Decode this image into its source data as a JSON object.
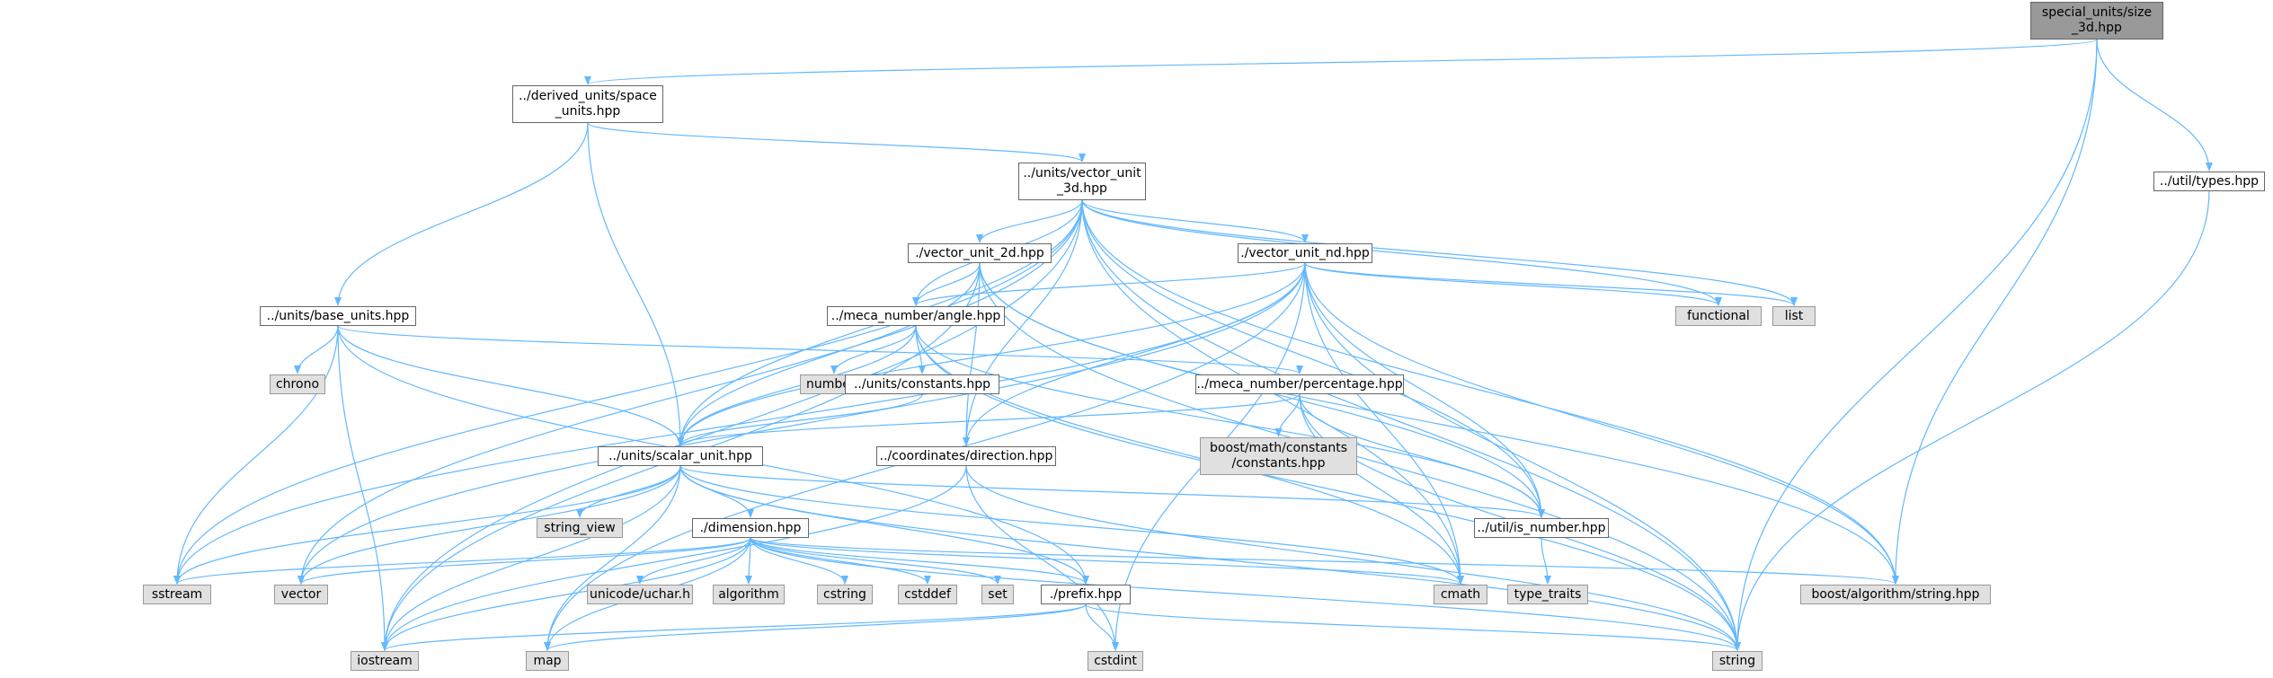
{
  "colors": {
    "edge": "#63b8ff",
    "root_fill": "#999999",
    "project_fill": "#ffffff",
    "external_fill": "#e0e0e0",
    "border": "#666666"
  },
  "nodes": [
    {
      "id": "size_3d",
      "label": "special_units/size\n_3d.hpp",
      "kind": "root"
    },
    {
      "id": "space_units",
      "label": "../derived_units/space\n_units.hpp",
      "kind": "project"
    },
    {
      "id": "vector_unit_3d",
      "label": "../units/vector_unit\n_3d.hpp",
      "kind": "project"
    },
    {
      "id": "types",
      "label": "../util/types.hpp",
      "kind": "project"
    },
    {
      "id": "vector_unit_2d",
      "label": "./vector_unit_2d.hpp",
      "kind": "project"
    },
    {
      "id": "vector_unit_nd",
      "label": "./vector_unit_nd.hpp",
      "kind": "project"
    },
    {
      "id": "functional",
      "label": "functional",
      "kind": "external"
    },
    {
      "id": "list",
      "label": "list",
      "kind": "external"
    },
    {
      "id": "base_units",
      "label": "../units/base_units.hpp",
      "kind": "project"
    },
    {
      "id": "angle",
      "label": "../meca_number/angle.hpp",
      "kind": "project"
    },
    {
      "id": "chrono",
      "label": "chrono",
      "kind": "external"
    },
    {
      "id": "numbers",
      "label": "numbers",
      "kind": "external"
    },
    {
      "id": "constants",
      "label": "../units/constants.hpp",
      "kind": "project"
    },
    {
      "id": "percentage",
      "label": "../meca_number/percentage.hpp",
      "kind": "project"
    },
    {
      "id": "boost_constants",
      "label": "boost/math/constants\n/constants.hpp",
      "kind": "external"
    },
    {
      "id": "scalar_unit",
      "label": "../units/scalar_unit.hpp",
      "kind": "project"
    },
    {
      "id": "direction",
      "label": "../coordinates/direction.hpp",
      "kind": "project"
    },
    {
      "id": "string_view",
      "label": "string_view",
      "kind": "external"
    },
    {
      "id": "dimension",
      "label": "./dimension.hpp",
      "kind": "project"
    },
    {
      "id": "is_number",
      "label": "../util/is_number.hpp",
      "kind": "project"
    },
    {
      "id": "sstream",
      "label": "sstream",
      "kind": "external"
    },
    {
      "id": "vector",
      "label": "vector",
      "kind": "external"
    },
    {
      "id": "uchar",
      "label": "unicode/uchar.h",
      "kind": "external"
    },
    {
      "id": "algorithm",
      "label": "algorithm",
      "kind": "external"
    },
    {
      "id": "cstring",
      "label": "cstring",
      "kind": "external"
    },
    {
      "id": "cstddef",
      "label": "cstddef",
      "kind": "external"
    },
    {
      "id": "set",
      "label": "set",
      "kind": "external"
    },
    {
      "id": "prefix",
      "label": "./prefix.hpp",
      "kind": "project"
    },
    {
      "id": "cmath",
      "label": "cmath",
      "kind": "external"
    },
    {
      "id": "type_traits",
      "label": "type_traits",
      "kind": "external"
    },
    {
      "id": "boost_string",
      "label": "boost/algorithm/string.hpp",
      "kind": "external"
    },
    {
      "id": "iostream",
      "label": "iostream",
      "kind": "external"
    },
    {
      "id": "map",
      "label": "map",
      "kind": "external"
    },
    {
      "id": "cstdint",
      "label": "cstdint",
      "kind": "external"
    },
    {
      "id": "string",
      "label": "string",
      "kind": "external"
    }
  ],
  "edges": [
    [
      "size_3d",
      "space_units"
    ],
    [
      "size_3d",
      "boost_string"
    ],
    [
      "size_3d",
      "string"
    ],
    [
      "size_3d",
      "types"
    ],
    [
      "space_units",
      "base_units"
    ],
    [
      "space_units",
      "vector_unit_3d"
    ],
    [
      "space_units",
      "scalar_unit"
    ],
    [
      "types",
      "string"
    ],
    [
      "vector_unit_3d",
      "vector_unit_2d"
    ],
    [
      "vector_unit_3d",
      "vector_unit_nd"
    ],
    [
      "vector_unit_3d",
      "angle"
    ],
    [
      "vector_unit_3d",
      "scalar_unit"
    ],
    [
      "vector_unit_3d",
      "direction"
    ],
    [
      "vector_unit_3d",
      "is_number"
    ],
    [
      "vector_unit_3d",
      "functional"
    ],
    [
      "vector_unit_3d",
      "list"
    ],
    [
      "vector_unit_3d",
      "sstream"
    ],
    [
      "vector_unit_3d",
      "vector"
    ],
    [
      "vector_unit_3d",
      "iostream"
    ],
    [
      "vector_unit_3d",
      "cmath"
    ],
    [
      "vector_unit_3d",
      "boost_string"
    ],
    [
      "vector_unit_3d",
      "string"
    ],
    [
      "vector_unit_2d",
      "angle"
    ],
    [
      "vector_unit_2d",
      "scalar_unit"
    ],
    [
      "vector_unit_2d",
      "direction"
    ],
    [
      "vector_unit_2d",
      "is_number"
    ],
    [
      "vector_unit_2d",
      "iostream"
    ],
    [
      "vector_unit_2d",
      "string"
    ],
    [
      "vector_unit_2d",
      "boost_string"
    ],
    [
      "vector_unit_nd",
      "angle"
    ],
    [
      "vector_unit_nd",
      "scalar_unit"
    ],
    [
      "vector_unit_nd",
      "direction"
    ],
    [
      "vector_unit_nd",
      "is_number"
    ],
    [
      "vector_unit_nd",
      "functional"
    ],
    [
      "vector_unit_nd",
      "list"
    ],
    [
      "vector_unit_nd",
      "sstream"
    ],
    [
      "vector_unit_nd",
      "vector"
    ],
    [
      "vector_unit_nd",
      "cmath"
    ],
    [
      "vector_unit_nd",
      "boost_string"
    ],
    [
      "vector_unit_nd",
      "string"
    ],
    [
      "vector_unit_nd",
      "map"
    ],
    [
      "vector_unit_nd",
      "cstdint"
    ],
    [
      "base_units",
      "chrono"
    ],
    [
      "base_units",
      "percentage"
    ],
    [
      "base_units",
      "scalar_unit"
    ],
    [
      "base_units",
      "sstream"
    ],
    [
      "base_units",
      "iostream"
    ],
    [
      "base_units",
      "prefix"
    ],
    [
      "angle",
      "numbers"
    ],
    [
      "angle",
      "constants"
    ],
    [
      "angle",
      "scalar_unit"
    ],
    [
      "angle",
      "is_number"
    ],
    [
      "angle",
      "cmath"
    ],
    [
      "angle",
      "string"
    ],
    [
      "constants",
      "scalar_unit"
    ],
    [
      "percentage",
      "boost_constants"
    ],
    [
      "percentage",
      "scalar_unit"
    ],
    [
      "percentage",
      "is_number"
    ],
    [
      "percentage",
      "cmath"
    ],
    [
      "percentage",
      "string"
    ],
    [
      "scalar_unit",
      "dimension"
    ],
    [
      "scalar_unit",
      "is_number"
    ],
    [
      "scalar_unit",
      "string_view"
    ],
    [
      "scalar_unit",
      "sstream"
    ],
    [
      "scalar_unit",
      "vector"
    ],
    [
      "scalar_unit",
      "iostream"
    ],
    [
      "scalar_unit",
      "map"
    ],
    [
      "scalar_unit",
      "prefix"
    ],
    [
      "scalar_unit",
      "cmath"
    ],
    [
      "scalar_unit",
      "string"
    ],
    [
      "direction",
      "iostream"
    ],
    [
      "direction",
      "cstdint"
    ],
    [
      "direction",
      "string"
    ],
    [
      "dimension",
      "sstream"
    ],
    [
      "dimension",
      "vector"
    ],
    [
      "dimension",
      "uchar"
    ],
    [
      "dimension",
      "algorithm"
    ],
    [
      "dimension",
      "cstring"
    ],
    [
      "dimension",
      "cstddef"
    ],
    [
      "dimension",
      "set"
    ],
    [
      "dimension",
      "prefix"
    ],
    [
      "dimension",
      "cmath"
    ],
    [
      "dimension",
      "boost_string"
    ],
    [
      "dimension",
      "iostream"
    ],
    [
      "dimension",
      "map"
    ],
    [
      "dimension",
      "string"
    ],
    [
      "is_number",
      "type_traits"
    ],
    [
      "prefix",
      "iostream"
    ],
    [
      "prefix",
      "map"
    ],
    [
      "prefix",
      "cstdint"
    ],
    [
      "prefix",
      "string"
    ]
  ]
}
